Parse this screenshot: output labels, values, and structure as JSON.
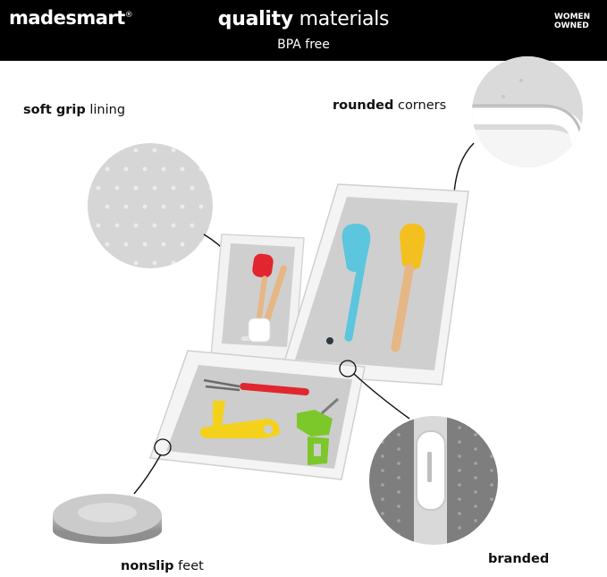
{
  "header": {
    "brand": "madesmart",
    "brand_mark": "®",
    "title_bold": "quality",
    "title_light": "materials",
    "subtitle": "BPA free",
    "badge_line1": "WOMEN",
    "badge_line2": "OWNED"
  },
  "callouts": {
    "soft_grip": {
      "bold": "soft grip",
      "light": "lining"
    },
    "rounded": {
      "bold": "rounded",
      "light": "corners"
    },
    "nonslip": {
      "bold": "nonslip",
      "light": "feet"
    },
    "branded": {
      "bold": "branded",
      "light": ""
    }
  },
  "colors": {
    "header_bg": "#000000",
    "tray_white": "#f4f4f4",
    "lining_gray": "#c9c9c9",
    "spatula_teal": "#5cc6de",
    "spatula_yellow": "#f4c020",
    "spatula_red": "#e1262f",
    "peeler_yellow": "#f4d21c",
    "scissors_green": "#7cc72a",
    "wood": "#e6b684"
  }
}
